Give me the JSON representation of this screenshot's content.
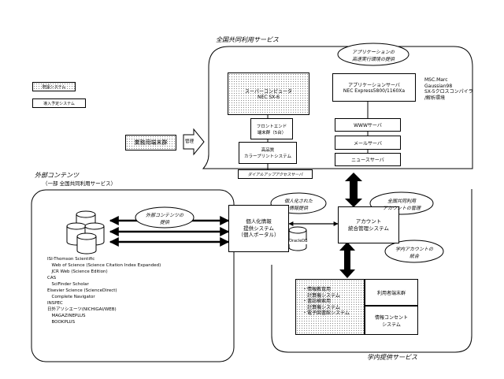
{
  "legend": {
    "existing": "既設システム",
    "planned": "導入予定システム"
  },
  "regions": {
    "national_title": "全国共同利用サービス",
    "external_title": "外部コンテンツ",
    "external_subtitle": "（一部 全国共同利用サービス）",
    "campus_title": "学内提供サービス"
  },
  "boxes": {
    "supercomputer": [
      "スーパーコンピュータ",
      "NEC SX-6"
    ],
    "appserver": [
      "アプリケーションサーバ",
      "NEC Express5800/1160Xa"
    ],
    "frontend": [
      "フロントエンド",
      "端末群（5台）"
    ],
    "printer": [
      "高品質",
      "カラープリントシステム"
    ],
    "dialup": "ダイアルアップアクセスサーバ",
    "www": "WWWサーバ",
    "mail": "メールサーバ",
    "news": "ニュースサーバ",
    "business_terminals": "業務用端末群",
    "management": "管理",
    "portal": [
      "個人化情報",
      "提供システム",
      "（個人ポータル）"
    ],
    "account": [
      "アカウント",
      "統合管理システム"
    ],
    "db_label": "OracleDB",
    "user_terminals": "利用者端末群",
    "info_consent": [
      "情報コンセント",
      "システム"
    ],
    "campus_list": [
      "・情報教育用",
      "　計算機システム",
      "・書誌検索用",
      "　計算機システム",
      "・電子図書館システム"
    ]
  },
  "app_software": [
    "MSC.Marc",
    "Gaussian98",
    "SX-5クロスコンパイラ",
    "/解析環境"
  ],
  "callouts": {
    "app_env": [
      "アプリケーションの",
      "高速実行環境の提供"
    ],
    "external_provide": [
      "外部コンテンツの",
      "提供"
    ],
    "personalized": [
      "個人化された",
      "情報提供"
    ],
    "national_account": [
      "全国共同利用",
      "アカウントの管理"
    ],
    "campus_account": [
      "学内アカウントの",
      "統合"
    ]
  },
  "external_contents": [
    "ISI-Thomson Scientific",
    "　Web of Science (Science Citation Index Expanded)",
    "　JCR Web (Science Edition)",
    "CAS",
    "　SciFinder Scholar",
    "Elsevier Science (ScienceDirect)",
    "　Complete Navigator",
    "INSPEC",
    "日外アソシエーツ(NICHIGAI/WEB)",
    "　MAGAZINEPLUS",
    "　BOOKPLUS"
  ],
  "colors": {
    "line": "#000000",
    "dots": "#888888",
    "background": "#ffffff"
  },
  "icons": [
    "database-cylinder-icon",
    "double-arrow-icon",
    "block-arrow-icon"
  ]
}
